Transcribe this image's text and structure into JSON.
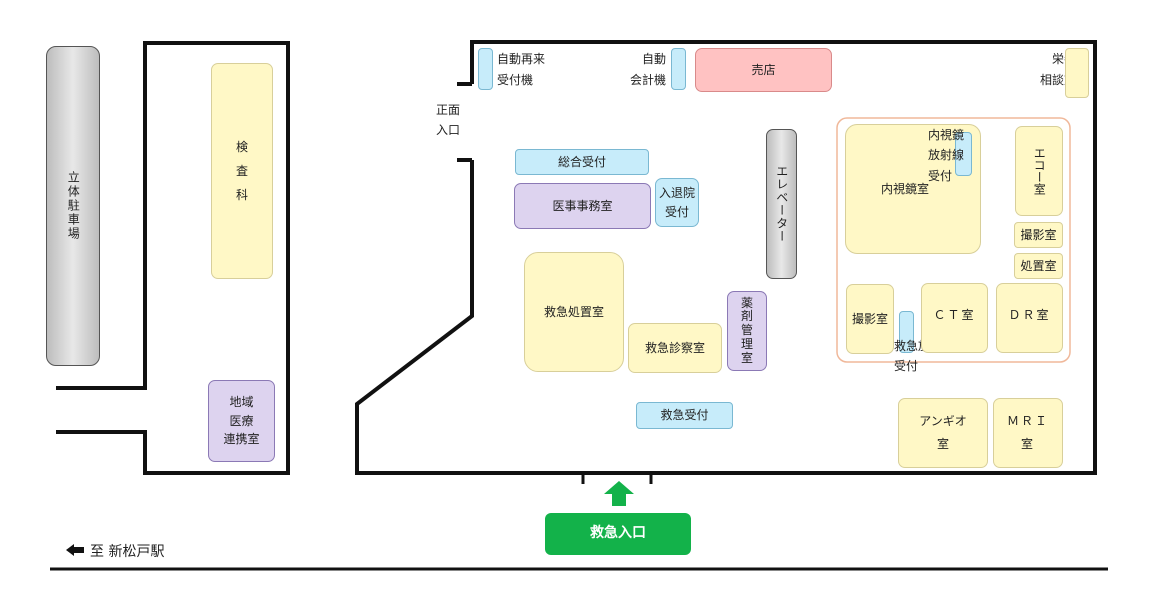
{
  "parking": {
    "label": "立体駐車場"
  },
  "left_building": {
    "kensaka": "検\n査\n科",
    "chiiki": "地域\n医療\n連携室"
  },
  "entrance": {
    "label": "正面\n入口"
  },
  "labels": {
    "auto_reception": "自動再来\n受付機",
    "auto_payment": "自動\n会計機",
    "eiyo": "栄養\n相談室",
    "naishikyo_hoshasen": "内視鏡\n放射線\n受付",
    "kyukyu_hoshasen": "救急放射線\n受付"
  },
  "rooms": {
    "baiten": "売店",
    "sogo_uketsuke": "総合受付",
    "iji_jimu": "医事事務室",
    "nyutai_in": "入退院\n受付",
    "elevator": "エレベーター",
    "naishikyo": "内視鏡室",
    "echo": "エコー室",
    "satsuei_right": "撮影室",
    "shochi": "処置室",
    "kyukyu_shochi": "救急処置室",
    "kyukyu_shinsatsu": "救急診察室",
    "yakuzai": "薬\n剤\n管\n理\n室",
    "satsuei_left": "撮影室",
    "ct": "ＣＴ室",
    "dr": "ＤＲ室",
    "kyukyu_uketsuke": "救急受付",
    "angio": "アンギオ\n室",
    "mri": "ＭＲＩ\n室"
  },
  "emergency_entrance": {
    "label": "救急入口",
    "color": "#13b24a"
  },
  "station": {
    "label": "至 新松戸駅"
  },
  "colors": {
    "yellow": "#fff8c6",
    "blue": "#c7ecfa",
    "purple": "#ddd3ef",
    "pink": "#ffc2c2",
    "green": "#13b24a",
    "wall": "#111111"
  }
}
